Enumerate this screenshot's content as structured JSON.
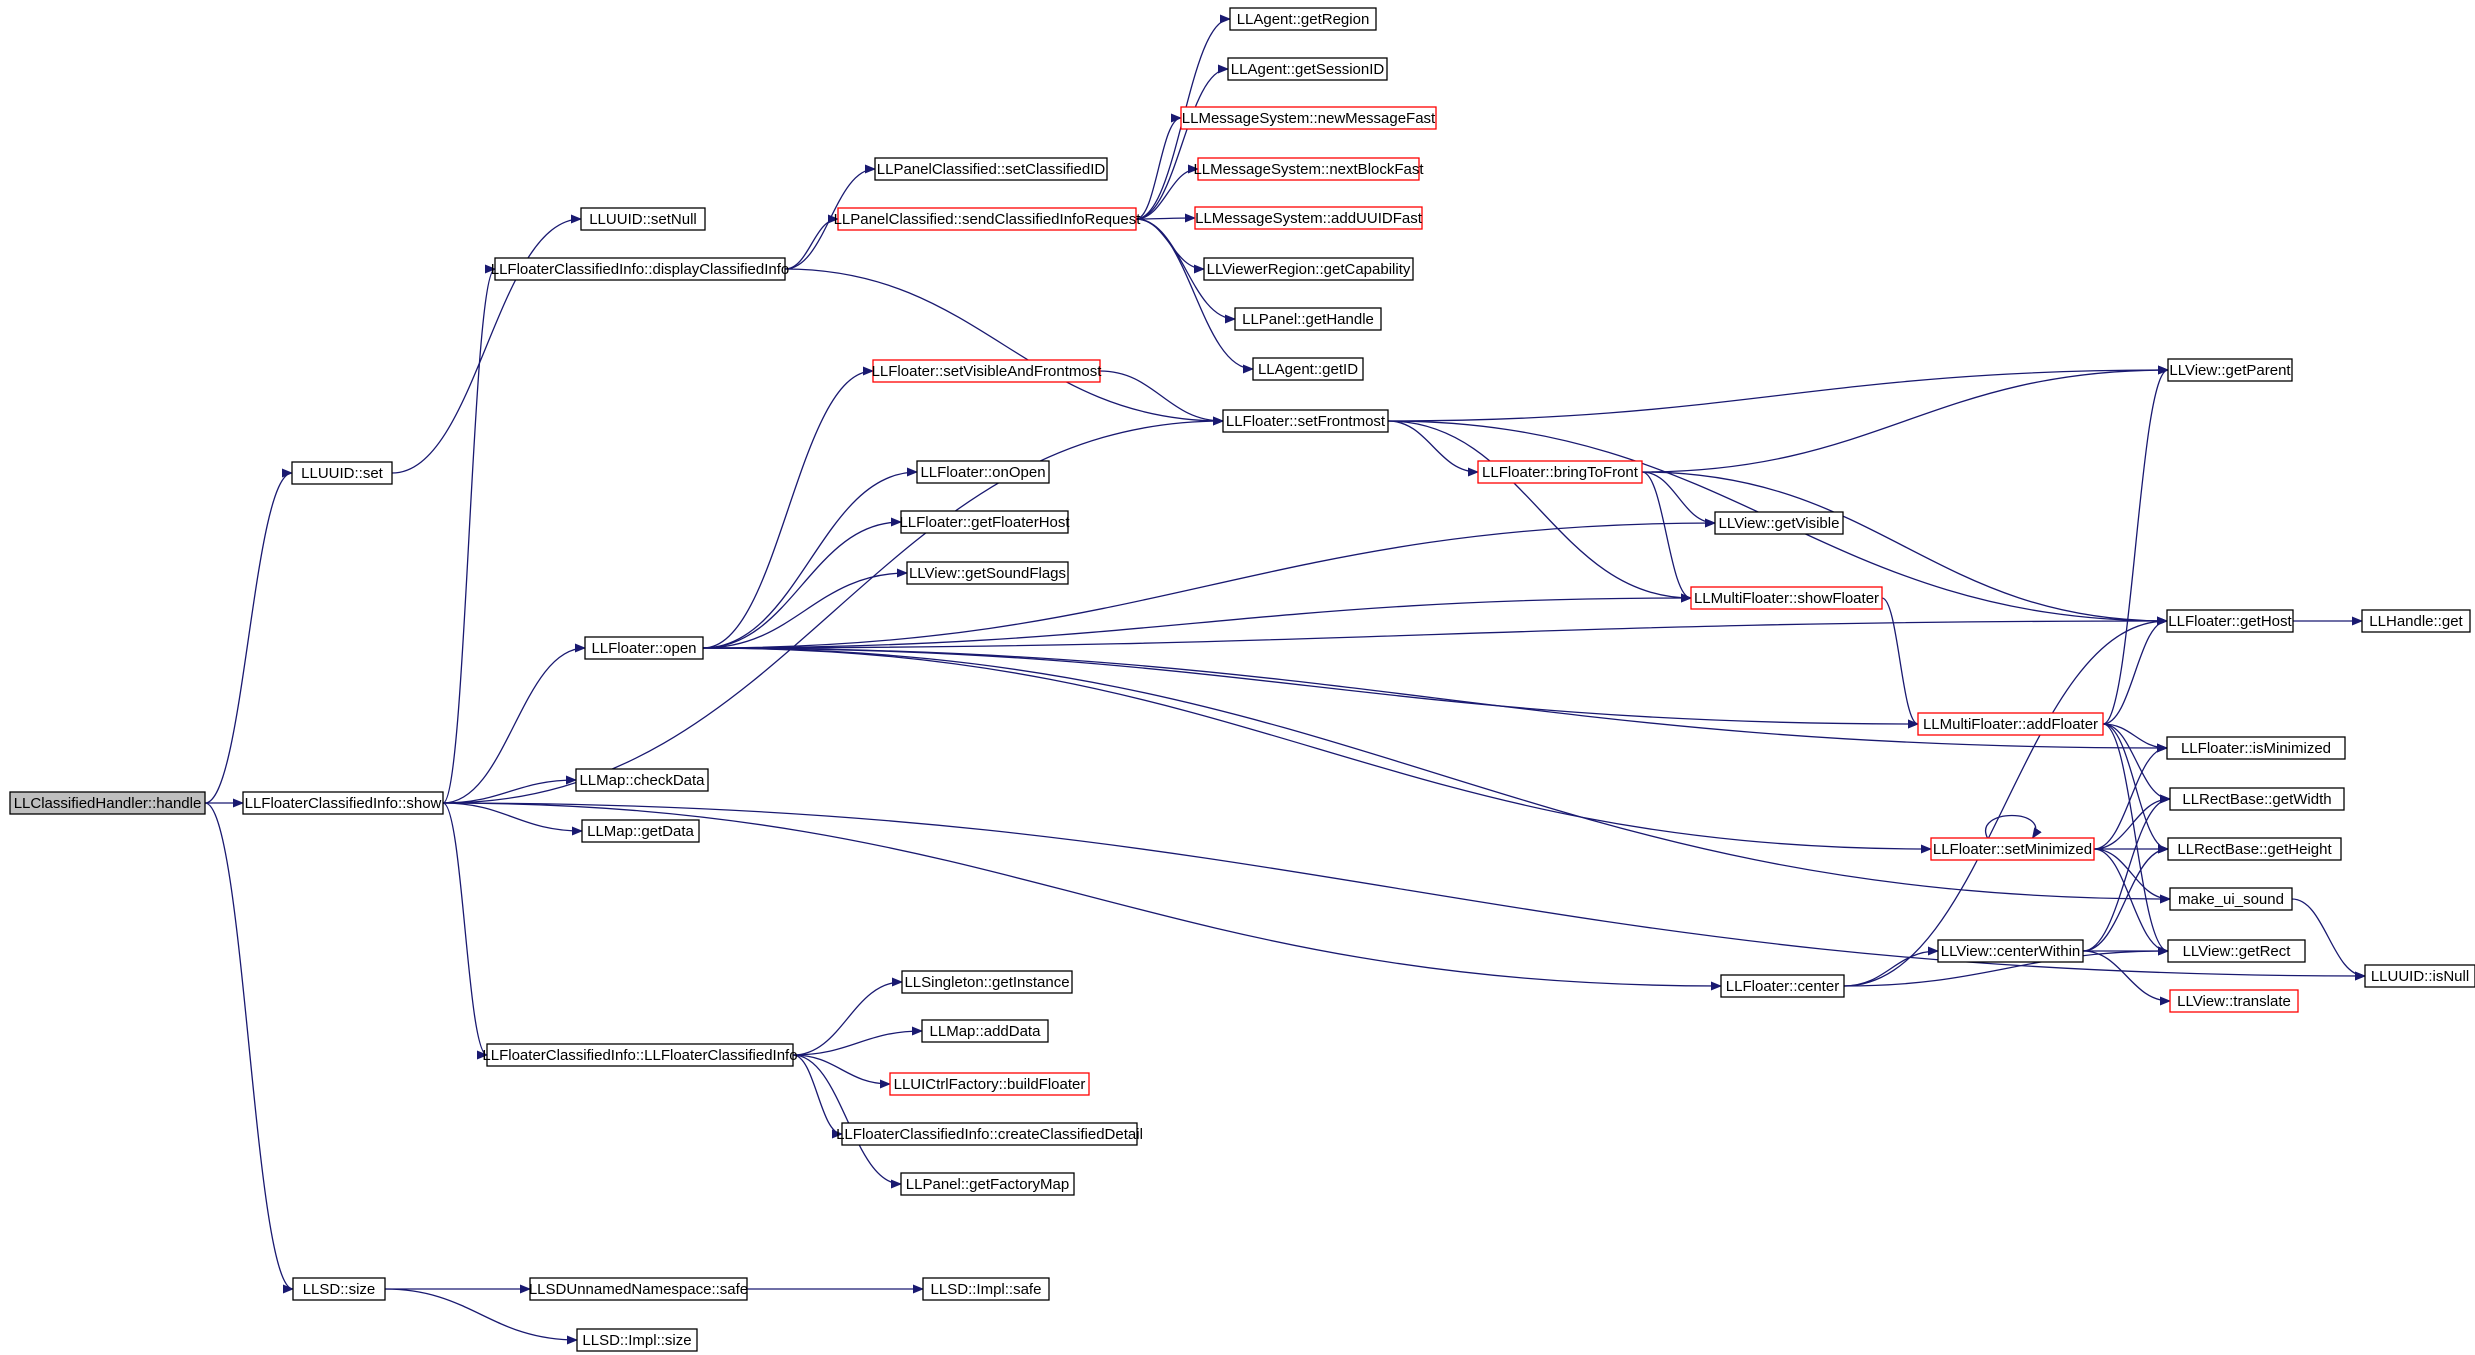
{
  "colors": {
    "edge": "#191970",
    "node_border": "#000000",
    "node_border_truncated": "#ff0000",
    "root_fill": "#bfbfbf",
    "node_fill": "#ffffff"
  },
  "nodes": [
    {
      "id": "handle",
      "label": "LLClassifiedHandler::handle",
      "root": true,
      "truncated": false
    },
    {
      "id": "uuid_set",
      "label": "LLUUID::set",
      "truncated": false
    },
    {
      "id": "uuid_setnull",
      "label": "LLUUID::setNull",
      "truncated": false
    },
    {
      "id": "show",
      "label": "LLFloaterClassifiedInfo::show",
      "truncated": false
    },
    {
      "id": "llsd_size",
      "label": "LLSD::size",
      "truncated": false
    },
    {
      "id": "display",
      "label": "LLFloaterClassifiedInfo::displayClassifiedInfo",
      "truncated": false
    },
    {
      "id": "setclassid",
      "label": "LLPanelClassified::setClassifiedID",
      "truncated": false
    },
    {
      "id": "sendreq",
      "label": "LLPanelClassified::sendClassifiedInfoRequest",
      "truncated": true
    },
    {
      "id": "getregion",
      "label": "LLAgent::getRegion",
      "truncated": false
    },
    {
      "id": "getsession",
      "label": "LLAgent::getSessionID",
      "truncated": false
    },
    {
      "id": "newmsg",
      "label": "LLMessageSystem::newMessageFast",
      "truncated": true
    },
    {
      "id": "nextblock",
      "label": "LLMessageSystem::nextBlockFast",
      "truncated": true
    },
    {
      "id": "adduuid",
      "label": "LLMessageSystem::addUUIDFast",
      "truncated": true
    },
    {
      "id": "getcap",
      "label": "LLViewerRegion::getCapability",
      "truncated": false
    },
    {
      "id": "panelhandle",
      "label": "LLPanel::getHandle",
      "truncated": false
    },
    {
      "id": "agentid",
      "label": "LLAgent::getID",
      "truncated": false
    },
    {
      "id": "setvisfront",
      "label": "LLFloater::setVisibleAndFrontmost",
      "truncated": true
    },
    {
      "id": "setfront",
      "label": "LLFloater::setFrontmost",
      "truncated": false
    },
    {
      "id": "bringfront",
      "label": "LLFloater::bringToFront",
      "truncated": true
    },
    {
      "id": "getparent",
      "label": "LLView::getParent",
      "truncated": false
    },
    {
      "id": "getvisible",
      "label": "LLView::getVisible",
      "truncated": false
    },
    {
      "id": "onopen",
      "label": "LLFloater::onOpen",
      "truncated": false
    },
    {
      "id": "floaterhost",
      "label": "LLFloater::getFloaterHost",
      "truncated": false
    },
    {
      "id": "soundflags",
      "label": "LLView::getSoundFlags",
      "truncated": false
    },
    {
      "id": "open",
      "label": "LLFloater::open",
      "truncated": false
    },
    {
      "id": "showfloater",
      "label": "LLMultiFloater::showFloater",
      "truncated": true
    },
    {
      "id": "gethost",
      "label": "LLFloater::getHost",
      "truncated": false
    },
    {
      "id": "handleget",
      "label": "LLHandle::get",
      "truncated": false
    },
    {
      "id": "addfloater",
      "label": "LLMultiFloater::addFloater",
      "truncated": true
    },
    {
      "id": "isminimized",
      "label": "LLFloater::isMinimized",
      "truncated": false
    },
    {
      "id": "checkdata",
      "label": "LLMap::checkData",
      "truncated": false
    },
    {
      "id": "getwidth",
      "label": "LLRectBase::getWidth",
      "truncated": false
    },
    {
      "id": "getdata",
      "label": "LLMap::getData",
      "truncated": false
    },
    {
      "id": "setminimized",
      "label": "LLFloater::setMinimized",
      "truncated": true
    },
    {
      "id": "getheight",
      "label": "LLRectBase::getHeight",
      "truncated": false
    },
    {
      "id": "makesound",
      "label": "make_ui_sound",
      "truncated": false
    },
    {
      "id": "getrect",
      "label": "LLView::getRect",
      "truncated": false
    },
    {
      "id": "centerwithin",
      "label": "LLView::centerWithin",
      "truncated": false
    },
    {
      "id": "singleton",
      "label": "LLSingleton::getInstance",
      "truncated": false
    },
    {
      "id": "center",
      "label": "LLFloater::center",
      "truncated": false
    },
    {
      "id": "isnull",
      "label": "LLUUID::isNull",
      "truncated": false
    },
    {
      "id": "translate",
      "label": "LLView::translate",
      "truncated": true
    },
    {
      "id": "adddata",
      "label": "LLMap::addData",
      "truncated": false
    },
    {
      "id": "ctor",
      "label": "LLFloaterClassifiedInfo::LLFloaterClassifiedInfo",
      "truncated": false
    },
    {
      "id": "buildfloater",
      "label": "LLUICtrlFactory::buildFloater",
      "truncated": true
    },
    {
      "id": "createdetail",
      "label": "LLFloaterClassifiedInfo::createClassifiedDetail",
      "truncated": false
    },
    {
      "id": "factorymap",
      "label": "LLPanel::getFactoryMap",
      "truncated": false
    },
    {
      "id": "nsafe",
      "label": "LLSDUnnamedNamespace::safe",
      "truncated": false
    },
    {
      "id": "implsafe",
      "label": "LLSD::Impl::safe",
      "truncated": false
    },
    {
      "id": "implsize",
      "label": "LLSD::Impl::size",
      "truncated": false
    }
  ],
  "edges": [
    [
      "handle",
      "uuid_set"
    ],
    [
      "handle",
      "show"
    ],
    [
      "handle",
      "llsd_size"
    ],
    [
      "uuid_set",
      "uuid_setnull"
    ],
    [
      "show",
      "display"
    ],
    [
      "show",
      "setfront"
    ],
    [
      "show",
      "open"
    ],
    [
      "show",
      "checkdata"
    ],
    [
      "show",
      "getdata"
    ],
    [
      "show",
      "ctor"
    ],
    [
      "show",
      "isnull"
    ],
    [
      "show",
      "center"
    ],
    [
      "display",
      "setclassid"
    ],
    [
      "display",
      "sendreq"
    ],
    [
      "display",
      "setfront"
    ],
    [
      "sendreq",
      "getregion"
    ],
    [
      "sendreq",
      "getsession"
    ],
    [
      "sendreq",
      "newmsg"
    ],
    [
      "sendreq",
      "nextblock"
    ],
    [
      "sendreq",
      "adduuid"
    ],
    [
      "sendreq",
      "getcap"
    ],
    [
      "sendreq",
      "panelhandle"
    ],
    [
      "sendreq",
      "agentid"
    ],
    [
      "setvisfront",
      "setfront"
    ],
    [
      "setfront",
      "getparent"
    ],
    [
      "setfront",
      "bringfront"
    ],
    [
      "setfront",
      "gethost"
    ],
    [
      "setfront",
      "showfloater"
    ],
    [
      "bringfront",
      "getparent"
    ],
    [
      "bringfront",
      "getvisible"
    ],
    [
      "bringfront",
      "showfloater"
    ],
    [
      "bringfront",
      "gethost"
    ],
    [
      "open",
      "setvisfront"
    ],
    [
      "open",
      "onopen"
    ],
    [
      "open",
      "floaterhost"
    ],
    [
      "open",
      "soundflags"
    ],
    [
      "open",
      "getvisible"
    ],
    [
      "open",
      "showfloater"
    ],
    [
      "open",
      "gethost"
    ],
    [
      "open",
      "addfloater"
    ],
    [
      "open",
      "isminimized"
    ],
    [
      "open",
      "setminimized"
    ],
    [
      "open",
      "makesound"
    ],
    [
      "showfloater",
      "addfloater"
    ],
    [
      "gethost",
      "handleget"
    ],
    [
      "addfloater",
      "getparent"
    ],
    [
      "addfloater",
      "gethost"
    ],
    [
      "addfloater",
      "isminimized"
    ],
    [
      "addfloater",
      "getwidth"
    ],
    [
      "addfloater",
      "getheight"
    ],
    [
      "addfloater",
      "getrect"
    ],
    [
      "setminimized",
      "setminimized"
    ],
    [
      "setminimized",
      "isminimized"
    ],
    [
      "setminimized",
      "getwidth"
    ],
    [
      "setminimized",
      "getheight"
    ],
    [
      "setminimized",
      "makesound"
    ],
    [
      "setminimized",
      "getrect"
    ],
    [
      "makesound",
      "isnull"
    ],
    [
      "center",
      "gethost"
    ],
    [
      "center",
      "centerwithin"
    ],
    [
      "center",
      "getrect"
    ],
    [
      "centerwithin",
      "getwidth"
    ],
    [
      "centerwithin",
      "getheight"
    ],
    [
      "centerwithin",
      "getrect"
    ],
    [
      "centerwithin",
      "translate"
    ],
    [
      "ctor",
      "singleton"
    ],
    [
      "ctor",
      "adddata"
    ],
    [
      "ctor",
      "buildfloater"
    ],
    [
      "ctor",
      "createdetail"
    ],
    [
      "ctor",
      "factorymap"
    ],
    [
      "llsd_size",
      "nsafe"
    ],
    [
      "llsd_size",
      "implsize"
    ],
    [
      "nsafe",
      "implsafe"
    ]
  ]
}
